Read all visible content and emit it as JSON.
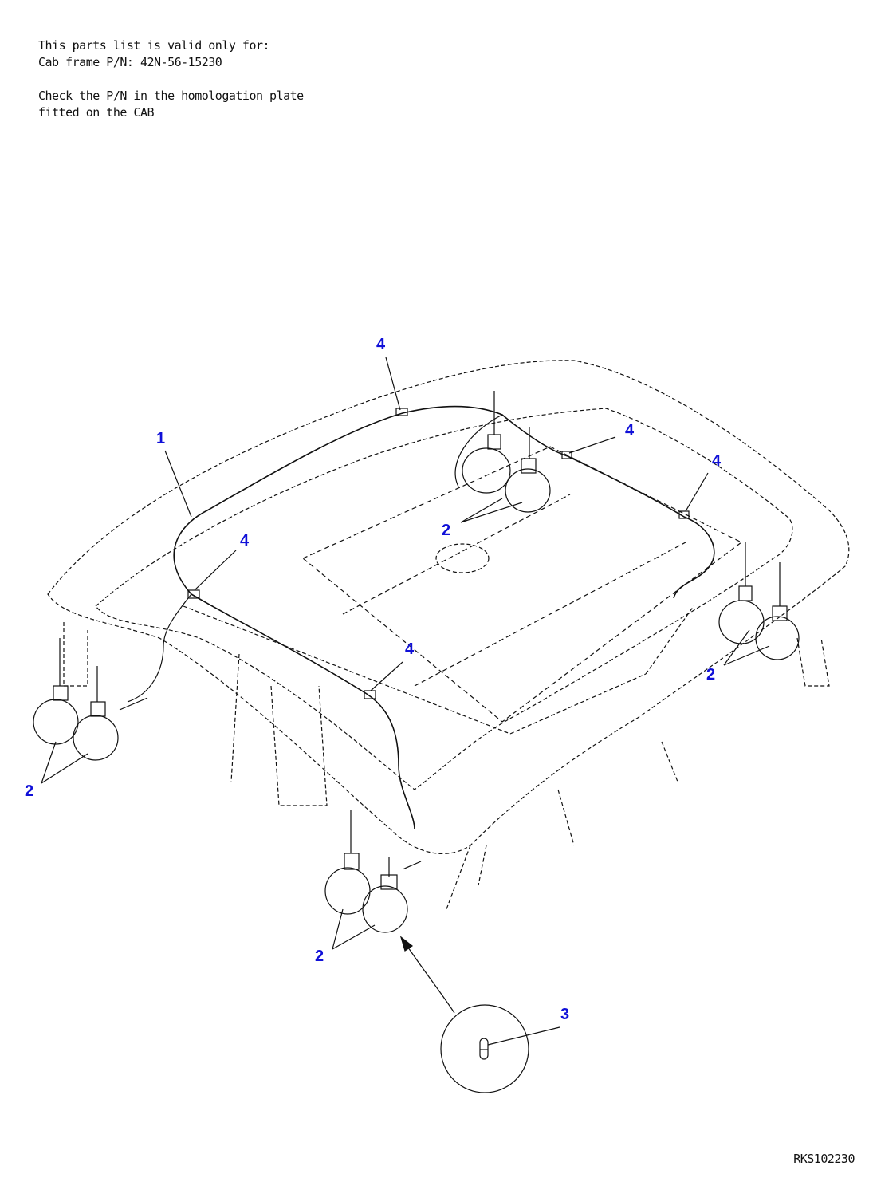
{
  "notes": [
    "This parts list is valid only for:",
    "Cab frame P/N: 42N-56-15230",
    "Check the P/N in the homologation plate",
    "fitted on the CAB"
  ],
  "callouts": [
    {
      "id": "callout-4-top",
      "label": "4"
    },
    {
      "id": "callout-1",
      "label": "1"
    },
    {
      "id": "callout-4-right-upper",
      "label": "4"
    },
    {
      "id": "callout-4-right",
      "label": "4"
    },
    {
      "id": "callout-2-rear-center",
      "label": "2"
    },
    {
      "id": "callout-4-left",
      "label": "4"
    },
    {
      "id": "callout-4-front",
      "label": "4"
    },
    {
      "id": "callout-2-right",
      "label": "2"
    },
    {
      "id": "callout-2-left",
      "label": "2"
    },
    {
      "id": "callout-2-front",
      "label": "2"
    },
    {
      "id": "callout-3",
      "label": "3"
    }
  ],
  "drawing_code": "RKS102230",
  "colors": {
    "callout": "#1010d8",
    "line": "#111111"
  }
}
